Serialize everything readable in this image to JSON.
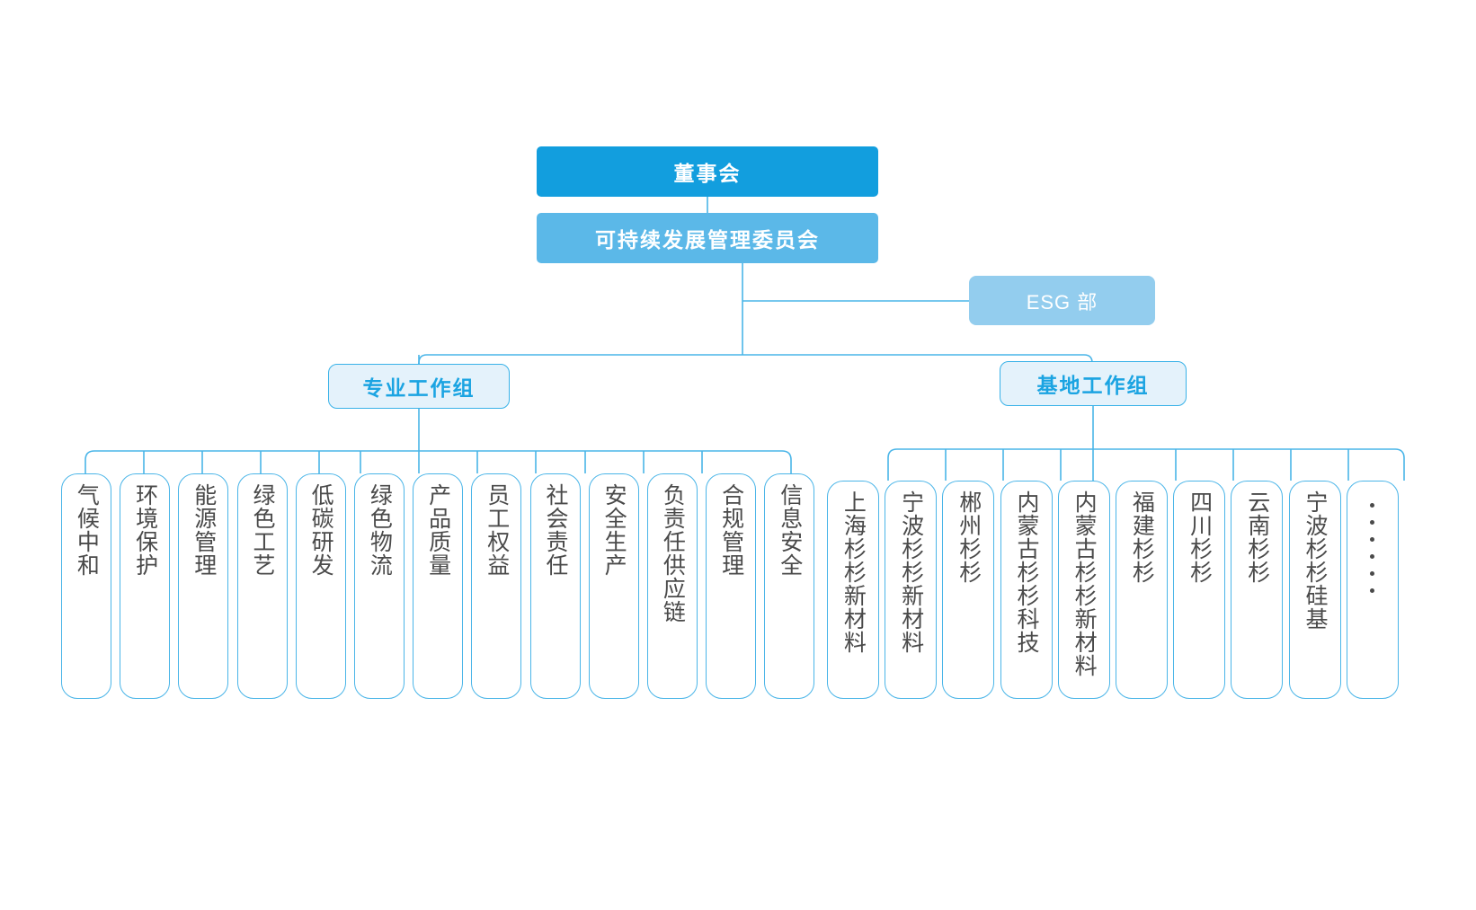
{
  "chart_type": "org-chart",
  "colors": {
    "board_fill": "#129ede",
    "committee_fill": "#5bb8e8",
    "esg_fill": "#93cdee",
    "group_fill": "#e4f2fb",
    "group_border": "#39b2e8",
    "group_text": "#1ba4e2",
    "connector": "#4ab5e8",
    "leaf_border": "#4ab5e8",
    "leaf_text": "#4a4a4a",
    "background": "#ffffff"
  },
  "top": {
    "board_label": "董事会",
    "committee_label": "可持续发展管理委员会",
    "esg_label": "ESG 部"
  },
  "groups": [
    {
      "id": "professional",
      "label": "专业工作组",
      "items": [
        {
          "label": "气候中和"
        },
        {
          "label": "环境保护"
        },
        {
          "label": "能源管理"
        },
        {
          "label": "绿色工艺"
        },
        {
          "label": "低碳研发"
        },
        {
          "label": "绿色物流"
        },
        {
          "label": "产品质量"
        },
        {
          "label": "员工权益"
        },
        {
          "label": "社会责任"
        },
        {
          "label": "安全生产"
        },
        {
          "label": "负责任供应链"
        },
        {
          "label": "合规管理"
        },
        {
          "label": "信息安全"
        }
      ]
    },
    {
      "id": "base",
      "label": "基地工作组",
      "items": [
        {
          "label": "上海杉杉新材料"
        },
        {
          "label": "宁波杉杉新材料"
        },
        {
          "label": "郴州杉杉"
        },
        {
          "label": "内蒙古杉杉科技"
        },
        {
          "label": "内蒙古杉杉新材料"
        },
        {
          "label": "福建杉杉"
        },
        {
          "label": "四川杉杉"
        },
        {
          "label": "云南杉杉"
        },
        {
          "label": "宁波杉杉硅基"
        },
        {
          "label": "",
          "ellipsis": true,
          "dots": 6
        }
      ]
    }
  ]
}
